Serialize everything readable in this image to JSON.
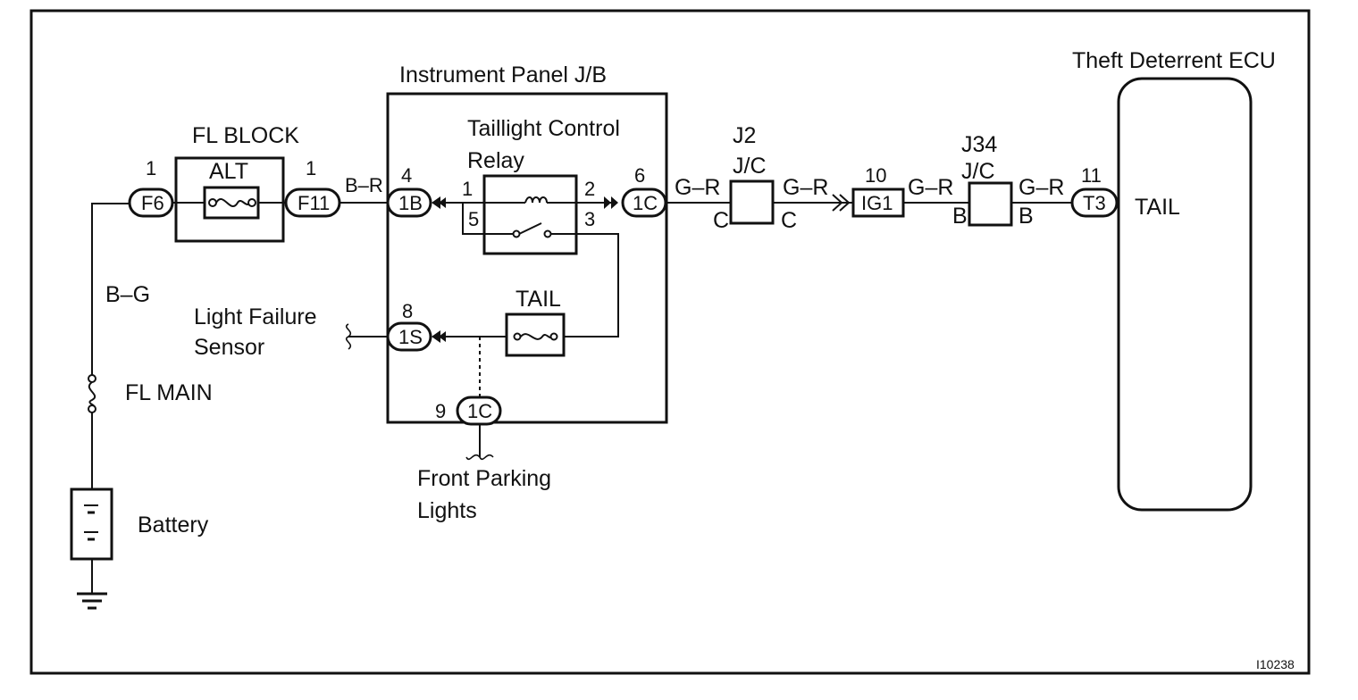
{
  "labels": {
    "instrument_panel_jb": "Instrument Panel J/B",
    "theft_ecu": "Theft Deterrent ECU",
    "fl_block": "FL BLOCK",
    "alt": "ALT",
    "taillight_relay_1": "Taillight Control",
    "taillight_relay_2": "Relay",
    "tail_fuse": "TAIL",
    "j2": "J2",
    "j34": "J34",
    "jc": "J/C",
    "b_g": "B–G",
    "light_failure_1": "Light Failure",
    "light_failure_2": "Sensor",
    "fl_main": "FL MAIN",
    "battery": "Battery",
    "front_parking_1": "Front Parking",
    "front_parking_2": "Lights",
    "ecu_tail": "TAIL",
    "fig_id": "I10238"
  },
  "wires": {
    "b_r": "B–R",
    "g_r_1": "G–R",
    "g_r_2": "G–R",
    "g_r_3": "G–R",
    "g_r_4": "G–R"
  },
  "connectors": {
    "f6": {
      "code": "F6",
      "pin": "1"
    },
    "f11": {
      "code": "F11",
      "pin": "1"
    },
    "jb_1b": {
      "code": "1B",
      "pin": "4"
    },
    "jb_1c_out": {
      "code": "1C",
      "pin": "6"
    },
    "jb_1s": {
      "code": "1S",
      "pin": "8"
    },
    "jb_1c_park": {
      "code": "1C",
      "pin": "9"
    },
    "ig1": {
      "code": "IG1",
      "pin": "10"
    },
    "t3": {
      "code": "T3",
      "pin": "11"
    }
  },
  "relay_pins": {
    "p1": "1",
    "p2": "2",
    "p3": "3",
    "p5": "5"
  },
  "jc_pins": {
    "j2_left": "C",
    "j2_right": "C",
    "j34_left": "B",
    "j34_right": "B"
  }
}
